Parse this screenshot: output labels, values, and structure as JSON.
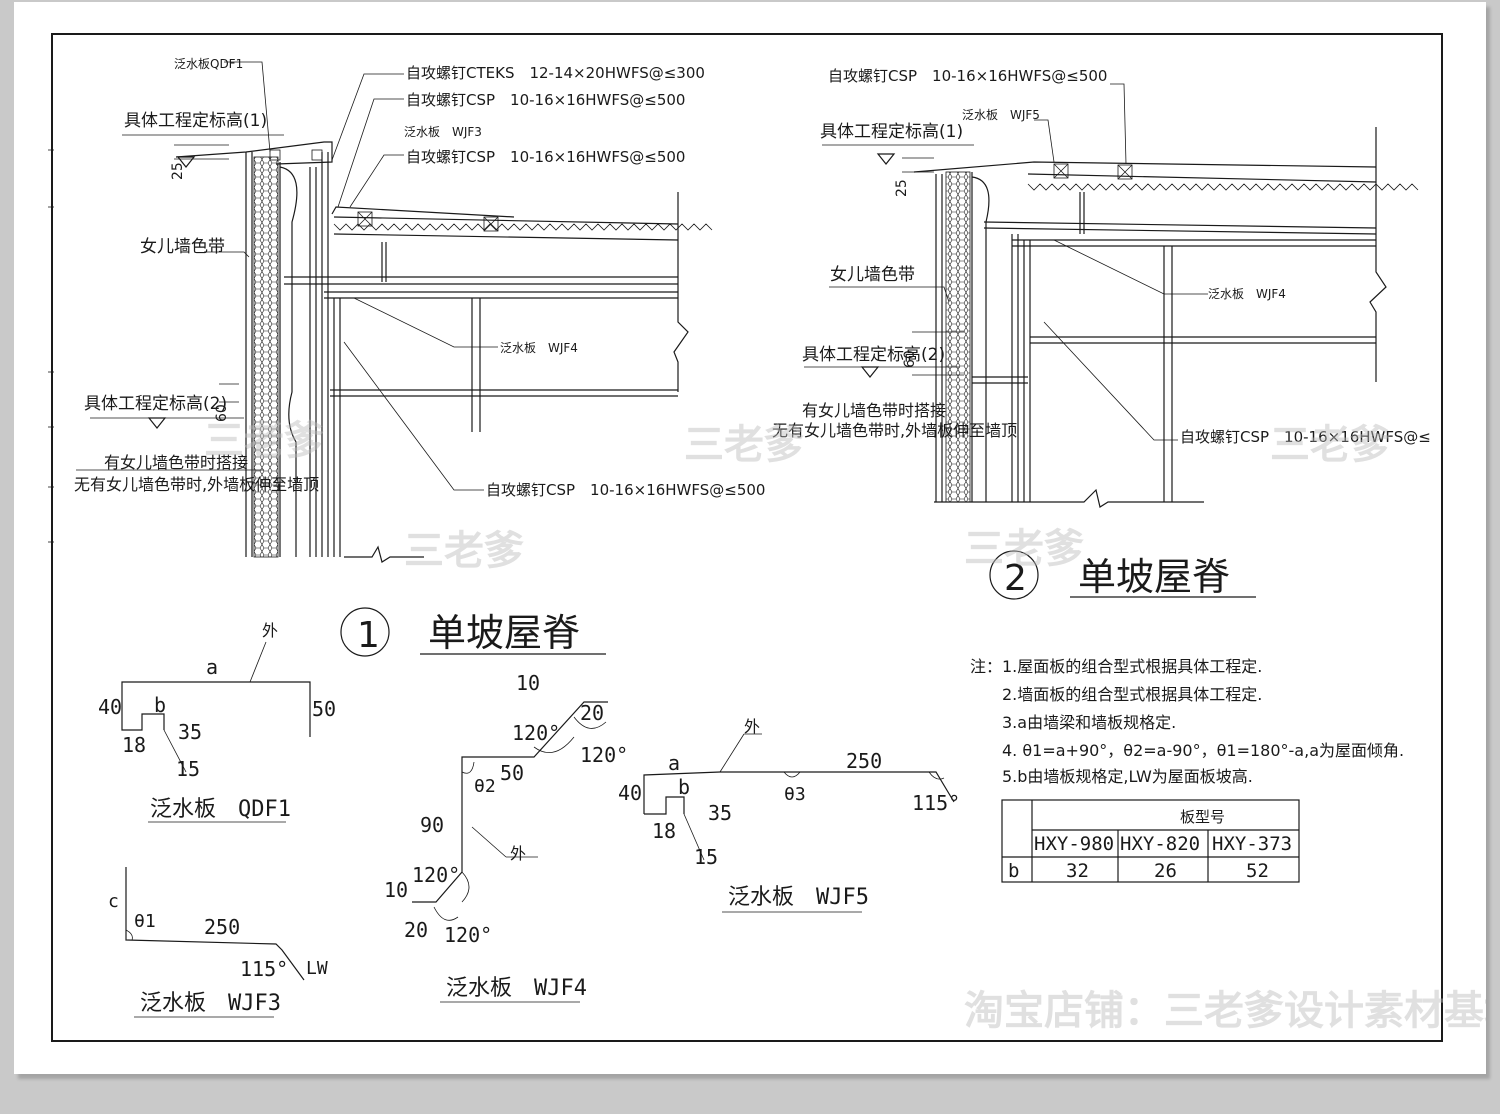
{
  "labels": {
    "qdf1_top": "泛水板QDF1",
    "std_elev1": "具体工程定标高(1)",
    "std_elev2": "具体工程定标高(2)",
    "std_elev1_r": "具体工程定标高(1)",
    "std_elev2_r": "具体工程定标高(2)",
    "screw_cteks": "自攻螺钉CTEKS　12-14×20HWFS@≤300",
    "screw_csp_a": "自攻螺钉CSP　10-16×16HWFS@≤500",
    "screw_csp_b": "自攻螺钉CSP　10-16×16HWFS@≤500",
    "screw_csp_c": "自攻螺钉CSP　10-16×16HWFS@≤500",
    "screw_csp_r1": "自攻螺钉CSP　10-16×16HWFS@≤500",
    "screw_csp_r2": "自攻螺钉CSP　10-16×16HWFS@≤",
    "wjf3_top": "泛水板　WJF3",
    "wjf4_mid": "泛水板　WJF4",
    "wjf5_top": "泛水板　WJF5",
    "wjf4_r": "泛水板　WJF4",
    "parapet_band": "女儿墙色带",
    "parapet_band_r": "女儿墙色带",
    "band_note1": "有女儿墙色带时搭接",
    "band_note2": "无有女儿墙色带时,外墙板伸至墙顶",
    "band_note1_r": "有女儿墙色带时搭接",
    "band_note2_r": "无有女儿墙色带时,外墙板伸至墙顶",
    "dim_25": "25",
    "dim_25_r": "25",
    "dim_60": "60",
    "dim_60_r": "60"
  },
  "titles": {
    "num1": "1",
    "title1": "单坡屋脊",
    "num2": "2",
    "title2": "单坡屋脊"
  },
  "parts": {
    "qdf1": {
      "name": "泛水板　QDF1",
      "out": "外",
      "a": "a",
      "b": "b",
      "d40": "40",
      "d50": "50",
      "d35": "35",
      "d18": "18",
      "d15": "15"
    },
    "wjf3": {
      "name": "泛水板　WJF3",
      "c": "c",
      "theta": "θ1",
      "d250": "250",
      "d115": "115°",
      "lw": "LW"
    },
    "wjf4": {
      "name": "泛水板　WJF4",
      "d10a": "10",
      "d20a": "20",
      "a120a": "120°",
      "a120b": "120°",
      "theta": "θ2",
      "d50": "50",
      "d90": "90",
      "out": "外",
      "a120c": "120°",
      "d10b": "10",
      "d20b": "20",
      "a120d": "120°"
    },
    "wjf5": {
      "name": "泛水板　WJF5",
      "out": "外",
      "a": "a",
      "b": "b",
      "d250": "250",
      "d40": "40",
      "d35": "35",
      "d18": "18",
      "d15": "15",
      "theta": "θ3",
      "d115": "115°"
    }
  },
  "notes": [
    "注：1.屋面板的组合型式根据具体工程定.",
    "2.墙面板的组合型式根据具体工程定.",
    "3.a由墙梁和墙板规格定.",
    "4. θ1=a+90°，θ2=a-90°，θ1=180°-a,a为屋面倾角.",
    "5.b由墙板规格定,LW为屋面板坡高."
  ],
  "table": {
    "header": "板型号",
    "columns": [
      "HXY-980",
      "HXY-820",
      "HXY-373"
    ],
    "row_label": "b",
    "values": [
      "32",
      "26",
      "52"
    ]
  },
  "watermarks": {
    "w1": "三老爹",
    "w2": "三老爹",
    "w3": "三老爹",
    "w4": "三老爹",
    "w5": "三老爹",
    "shop": "淘宝店铺：三老爹设计素材基地"
  }
}
